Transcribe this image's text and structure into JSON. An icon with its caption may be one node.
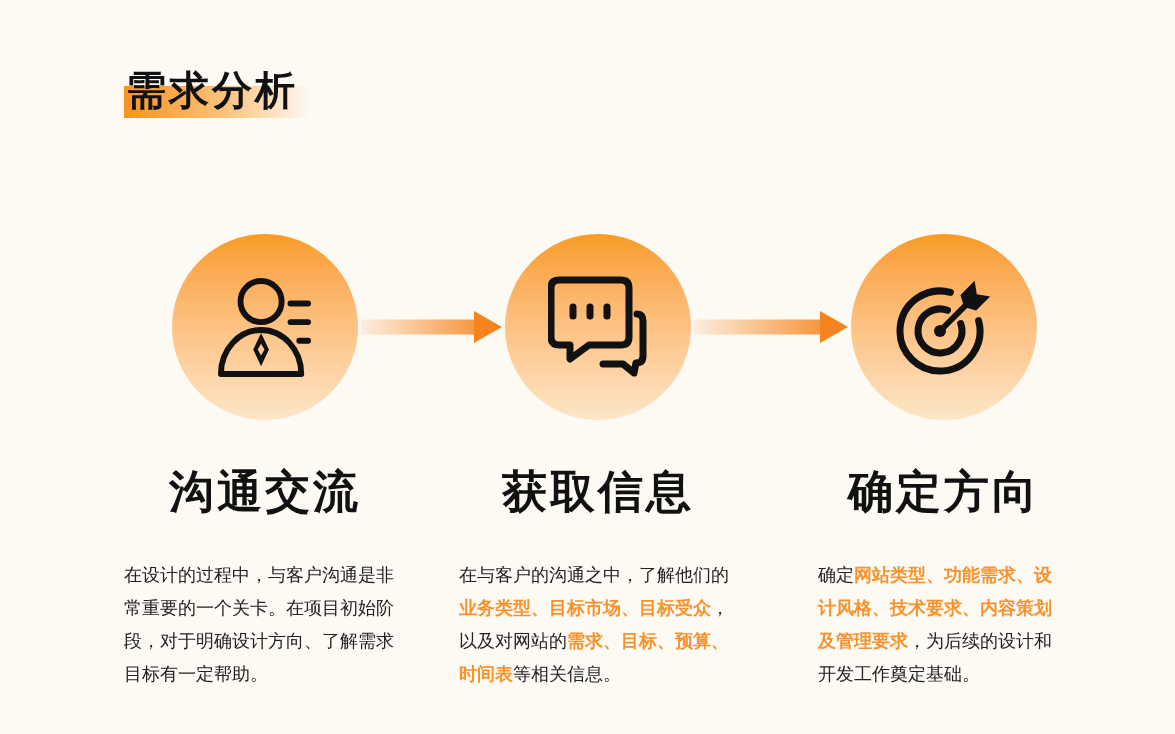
{
  "diagram": {
    "title": "需求分析",
    "nodes": [
      {
        "text": [],
        "shape": "circle",
        "beside": [
          "沟通交流",
          "在设计的过程中，与客户沟通是非常重要的一个关卡。在项目初始阶段，对于明确设计方向、了解需求目标有一定帮助。"
        ]
      },
      {
        "text": [],
        "shape": "circle",
        "beside": [
          "获取信息",
          "在与客户的沟通之中，了解他们的**业务类型、目标市场、目标受众**，以及对网站的**需求、目标、预算、时间表**等相关信息。"
        ]
      },
      {
        "text": [],
        "shape": "circle",
        "beside": [
          "确定方向",
          "确定**网站类型、功能需求、设计风格、技术要求、内容策划及管理要求**，为后续的设计和开发工作奠定基础。"
        ]
      }
    ],
    "edges": [
      {
        "from": 0,
        "to": 1,
        "arrow": "to"
      },
      {
        "from": 1,
        "to": 2,
        "arrow": "to"
      }
    ]
  }
}
